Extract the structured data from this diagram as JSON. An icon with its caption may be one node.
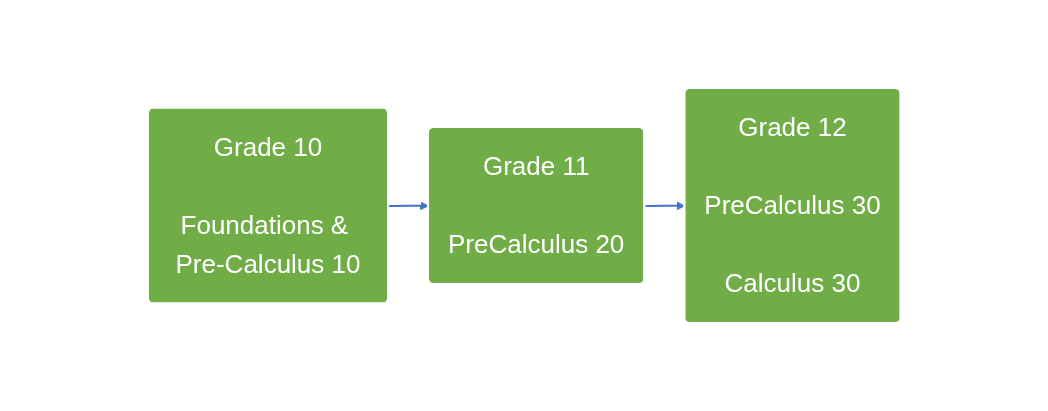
{
  "diagram": {
    "nodes": [
      {
        "text": [
          "Grade 10",
          "Foundations & Pre-Calculus 10"
        ]
      },
      {
        "text": [
          "Grade 11",
          "PreCalculus 20"
        ]
      },
      {
        "text": [
          "Grade 12",
          "PreCalculus 30",
          "Calculus 30"
        ]
      }
    ],
    "edges": [
      {
        "from": 0,
        "to": 1,
        "arrow": "to"
      },
      {
        "from": 1,
        "to": 2,
        "arrow": "to"
      }
    ]
  }
}
